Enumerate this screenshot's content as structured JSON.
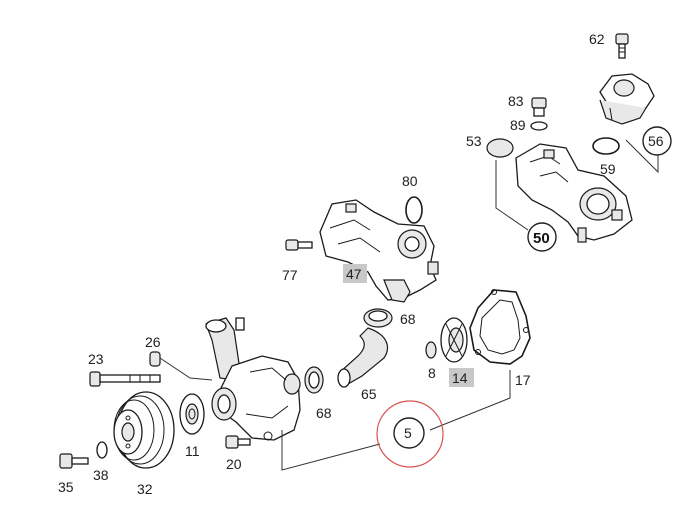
{
  "diagram": {
    "part_labels": {
      "p62": "62",
      "p83": "83",
      "p89": "89",
      "p53": "53",
      "p56": "56",
      "p59": "59",
      "p50": "50",
      "p80": "80",
      "p77": "77",
      "p47": "47",
      "p68a": "68",
      "p26": "26",
      "p23": "23",
      "p8": "8",
      "p14": "14",
      "p17": "17",
      "p65": "65",
      "p68b": "68",
      "p5": "5",
      "p11": "11",
      "p20": "20",
      "p35": "35",
      "p38": "38",
      "p32": "32"
    },
    "highlighted_labels": [
      "47",
      "14"
    ],
    "colors": {
      "highlight_box": "#c8c8c8",
      "callout_ring": "#d9534f",
      "line": "#1a1a1a"
    }
  }
}
